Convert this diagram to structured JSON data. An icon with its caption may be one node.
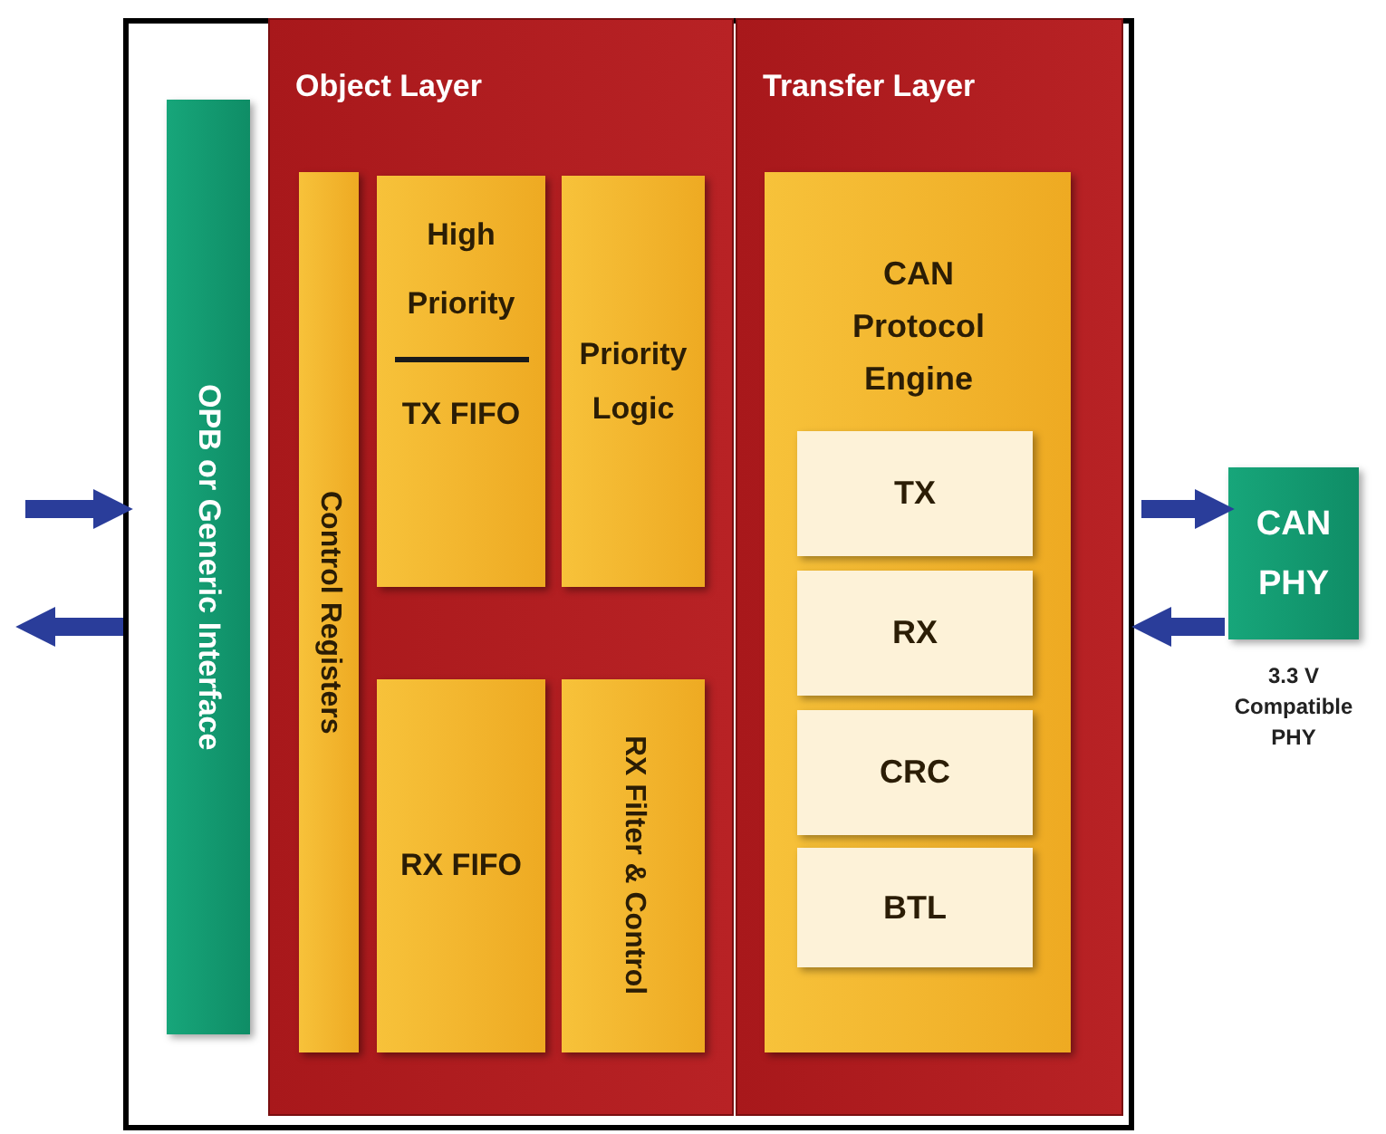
{
  "diagram": {
    "nodes": [
      {
        "text": [],
        "shape": "box"
      },
      {
        "text": [
          "OPB or Generic Interface"
        ],
        "in": 0
      },
      {
        "text": [
          "Object Layer"
        ],
        "in": 0
      },
      {
        "text": [
          "Control Registers"
        ],
        "in": 2
      },
      {
        "text": [
          "High Priority",
          "TX FIFO"
        ],
        "in": 2
      },
      {
        "text": [
          "Priority Logic"
        ],
        "in": 2
      },
      {
        "text": [
          "RX FIFO"
        ],
        "in": 2
      },
      {
        "text": [
          "RX Filter & Control"
        ],
        "in": 2
      },
      {
        "text": [
          "Transfer Layer"
        ],
        "in": 0
      },
      {
        "text": [
          "CAN Protocol Engine"
        ],
        "in": 8
      },
      {
        "text": [
          "TX"
        ],
        "in": 9
      },
      {
        "text": [
          "RX"
        ],
        "in": 9
      },
      {
        "text": [
          "CRC"
        ],
        "in": 9
      },
      {
        "text": [
          "BTL"
        ],
        "in": 9
      },
      {
        "text": [
          "CAN PHY"
        ],
        "beside": [
          "3.3 V Compatible PHY"
        ]
      }
    ],
    "edges": [
      {
        "from": null,
        "to": 0,
        "arrow": "to"
      },
      {
        "from": 0,
        "to": null,
        "arrow": "to"
      },
      {
        "from": 0,
        "to": 14,
        "arrow": "to"
      },
      {
        "from": 14,
        "to": 0,
        "arrow": "to"
      }
    ]
  }
}
